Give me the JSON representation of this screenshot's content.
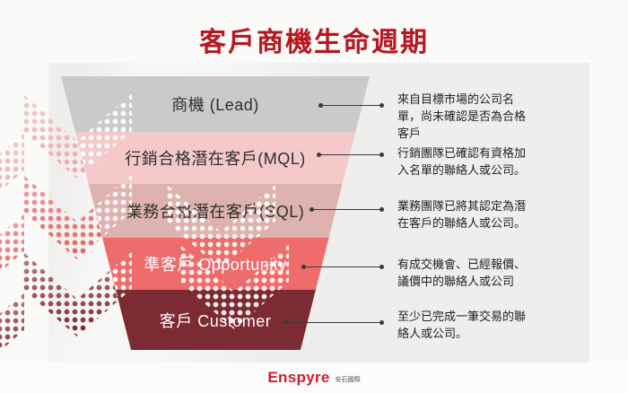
{
  "title": "客戶商機生命週期",
  "funnel": {
    "stages": [
      {
        "label": "商機 (Lead)",
        "description": "來自目標市場的公司名單，尚未確認是否為合格客戶",
        "color": "#cacaca",
        "text_color": "#2e2e2e"
      },
      {
        "label": "行銷合格潛在客戶(MQL)",
        "description": "行銷團隊已確認有資格加入名單的聯絡人或公司。",
        "color": "#f5c9ca",
        "text_color": "#2e2e2e"
      },
      {
        "label": "業務合格潛在客戶(SQL)",
        "description": "業務團隊已將其認定為潛在客戶的聯絡人或公司。",
        "color": "#deb2ae",
        "text_color": "#2e2e2e"
      },
      {
        "label": "準客戶 Opportunity",
        "description": "有成交機會、已經報價、議價中的聯絡人或公司",
        "color": "#ee6c6b",
        "text_color": "#ffffff"
      },
      {
        "label": "客戶 Customer",
        "description": "至少已完成一筆交易的聯絡人或公司。",
        "color": "#7d2b33",
        "text_color": "#ffffff"
      }
    ]
  },
  "footer": {
    "brand": "Enspyre",
    "brand_zh": "安石國際"
  },
  "colors": {
    "title": "#b6181f",
    "brand": "#c8232b",
    "page_background": "#fafaf9",
    "panel_background": "#efeeed",
    "connector": "#3a3a3a",
    "chevron_light": "#eeb3b2",
    "chevron_mid": "#e4716f",
    "chevron_dark": "#77202a"
  }
}
